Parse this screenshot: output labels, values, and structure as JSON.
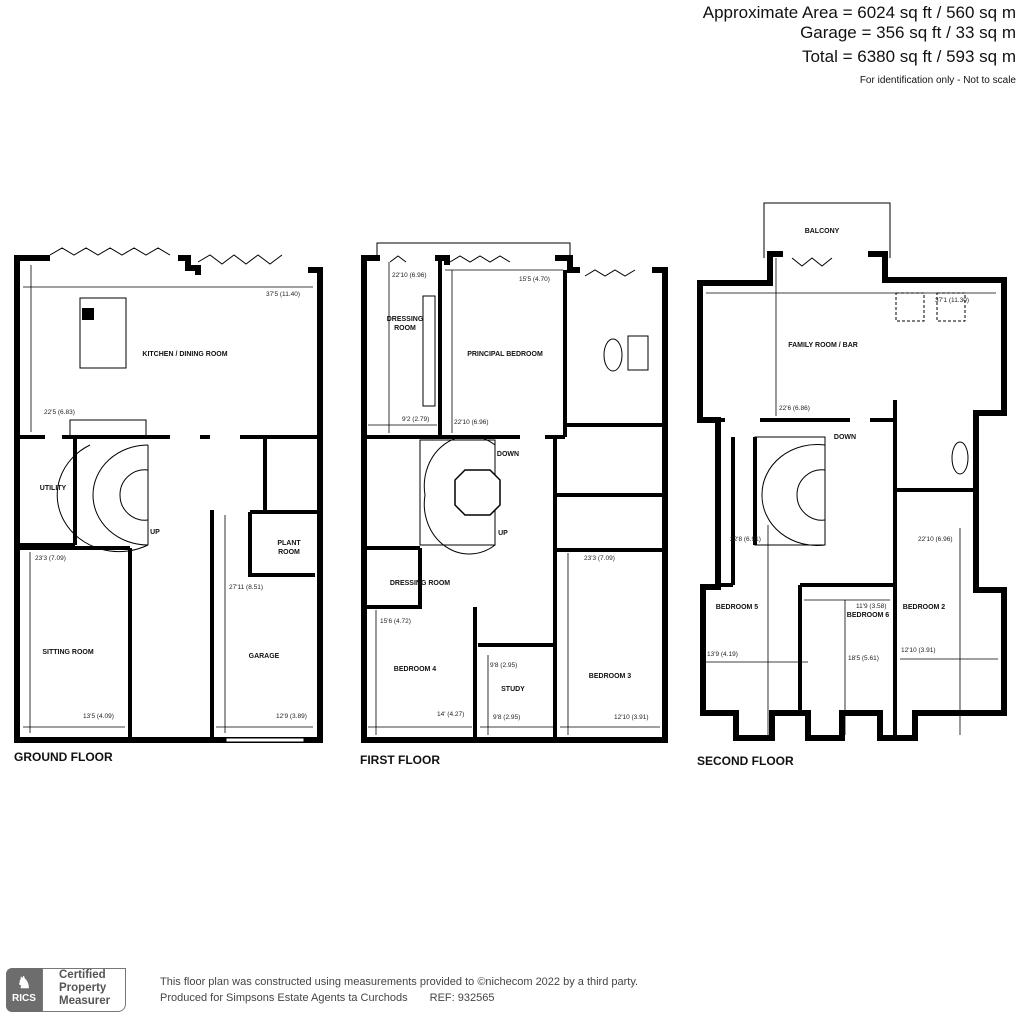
{
  "areas": {
    "approximate": "Approximate Area = 6024 sq ft / 560 sq m",
    "garage": "Garage = 356 sq ft / 33 sq m",
    "total": "Total = 6380 sq ft / 593 sq m",
    "note": "For identification only - Not to scale"
  },
  "ground_floor": {
    "title": "GROUND FLOOR",
    "rooms": {
      "kitchen": "KITCHEN / DINING ROOM",
      "utility": "UTILITY",
      "sitting": "SITTING ROOM",
      "garage": "GARAGE",
      "plant_1": "PLANT",
      "plant_2": "ROOM",
      "up": "UP"
    },
    "dims": {
      "kitchen_w": "37'5 (11.40)",
      "kitchen_h": "22'5 (6.83)",
      "sitting_h": "23'3 (7.09)",
      "sitting_w": "13'5 (4.09)",
      "garage_h": "27'11 (8.51)",
      "garage_w": "12'9 (3.89)"
    }
  },
  "first_floor": {
    "title": "FIRST FLOOR",
    "rooms": {
      "dressing_1": "DRESSING",
      "dressing_2": "ROOM",
      "principal": "PRINCIPAL BEDROOM",
      "down": "DOWN",
      "up": "UP",
      "dressing_room": "DRESSING ROOM",
      "bedroom4": "BEDROOM 4",
      "study": "STUDY",
      "bedroom3": "BEDROOM 3"
    },
    "dims": {
      "dressing_h": "22'10 (6.96)",
      "principal_w": "15'5 (4.70)",
      "dressing_w": "9'2 (2.79)",
      "principal_h": "22'10 (6.96)",
      "bedroom3_h": "23'3 (7.09)",
      "bedroom4_h": "15'6 (4.72)",
      "bedroom4_w": "14' (4.27)",
      "study_h": "9'8 (2.95)",
      "study_w": "9'8 (2.95)",
      "bedroom3_w": "12'10 (3.91)"
    }
  },
  "second_floor": {
    "title": "SECOND FLOOR",
    "rooms": {
      "balcony": "BALCONY",
      "family": "FAMILY ROOM / BAR",
      "down": "DOWN",
      "bedroom5": "BEDROOM 5",
      "bedroom6": "BEDROOM 6",
      "bedroom2": "BEDROOM 2"
    },
    "dims": {
      "family_w": "37'1 (11.30)",
      "family_h": "22'6 (6.86)",
      "bedroom5_h": "22'8 (6.91)",
      "bedroom2_h": "22'10 (6.96)",
      "bedroom6_w": "11'9 (3.58)",
      "bedroom5_w": "13'9 (4.19)",
      "bedroom6_h": "18'5 (5.61)",
      "bedroom2_w": "12'10 (3.91)"
    }
  },
  "footer": {
    "rics_logo": "RICS",
    "cert_1": "Certified",
    "cert_2": "Property",
    "cert_3": "Measurer",
    "line1": "This floor plan was constructed using measurements provided to ©nichecom 2022 by a third party.",
    "line2": "Produced for Simpsons Estate Agents ta Curchods",
    "ref": "REF: 932565"
  }
}
